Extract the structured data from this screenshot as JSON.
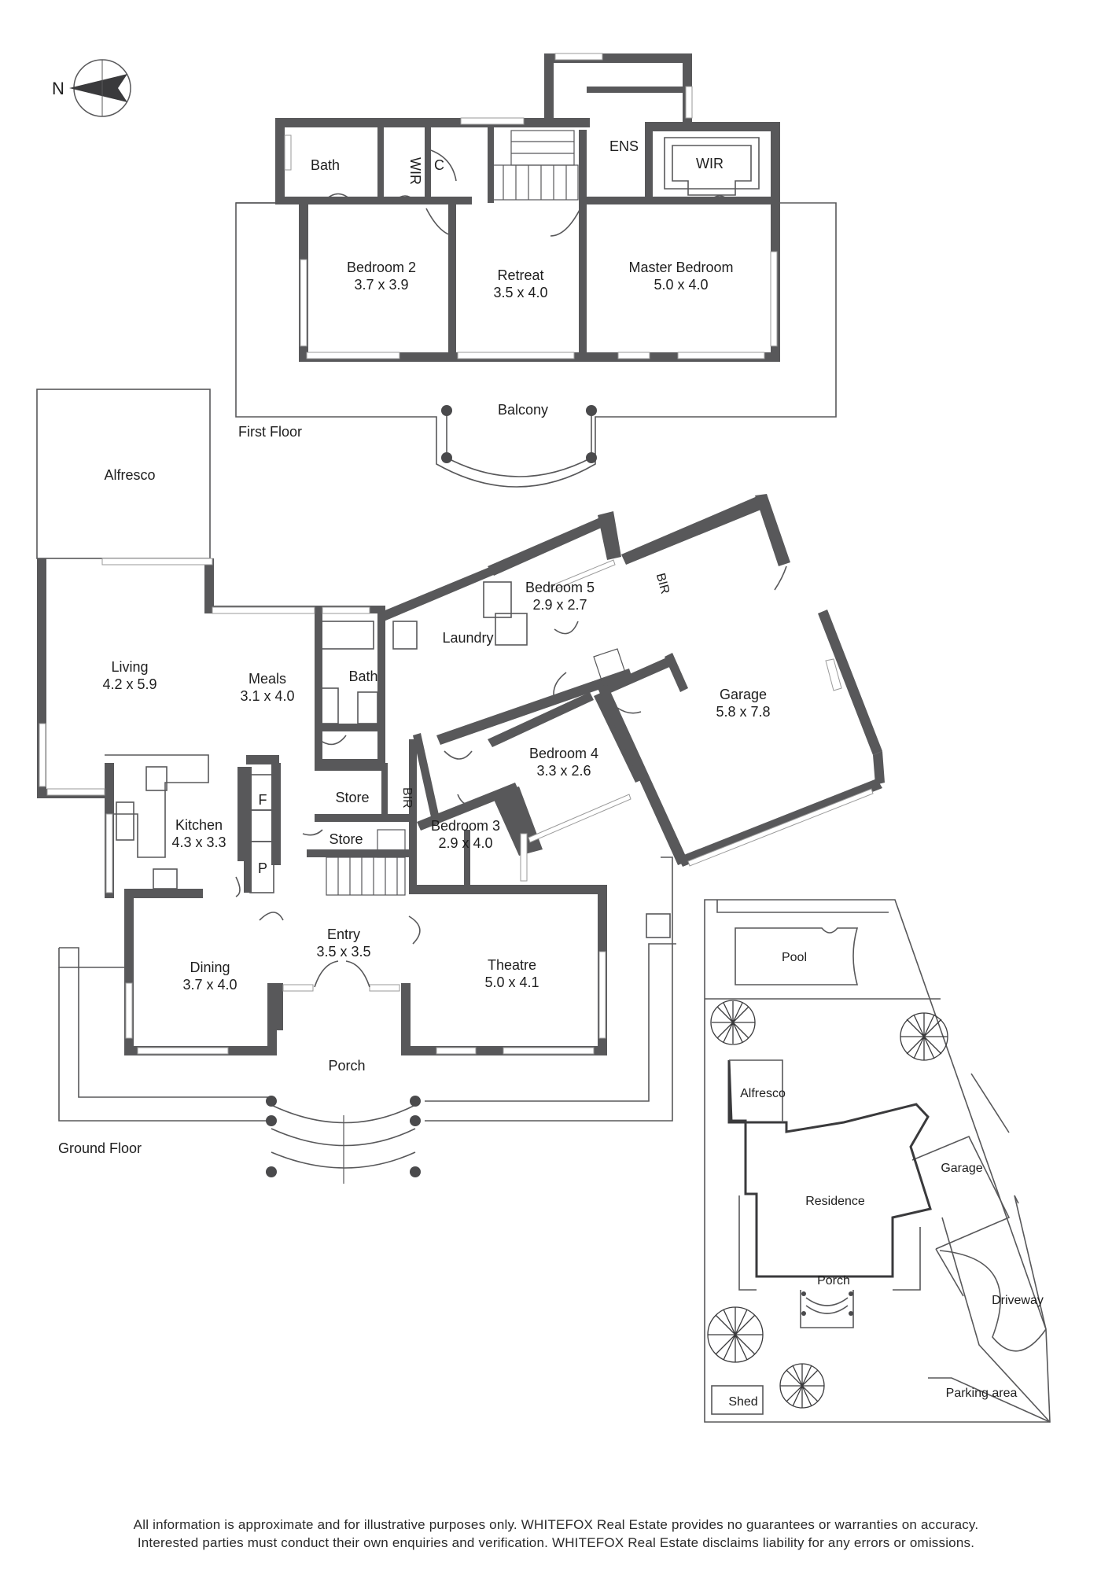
{
  "compass": {
    "north_label": "N"
  },
  "first_floor": {
    "label": "First Floor",
    "rooms": {
      "bath": {
        "name": "Bath"
      },
      "wir_small": {
        "name": "WIR"
      },
      "c": {
        "name": "C"
      },
      "ens": {
        "name": "ENS"
      },
      "wir_master": {
        "name": "WIR"
      },
      "bedroom2": {
        "name": "Bedroom 2",
        "dims": "3.7 x 3.9"
      },
      "retreat": {
        "name": "Retreat",
        "dims": "3.5 x 4.0"
      },
      "master": {
        "name": "Master Bedroom",
        "dims": "5.0 x 4.0"
      },
      "balcony": {
        "name": "Balcony"
      }
    }
  },
  "ground_floor": {
    "label": "Ground Floor",
    "rooms": {
      "alfresco": {
        "name": "Alfresco"
      },
      "living": {
        "name": "Living",
        "dims": "4.2 x 5.9"
      },
      "meals": {
        "name": "Meals",
        "dims": "3.1 x 4.0"
      },
      "bath": {
        "name": "Bath"
      },
      "laundry": {
        "name": "Laundry"
      },
      "bedroom5": {
        "name": "Bedroom 5",
        "dims": "2.9 x 2.7"
      },
      "bir5": {
        "name": "BIR"
      },
      "garage": {
        "name": "Garage",
        "dims": "5.8 x 7.8"
      },
      "bedroom4": {
        "name": "Bedroom 4",
        "dims": "3.3 x 2.6"
      },
      "store1": {
        "name": "Store"
      },
      "bir3": {
        "name": "BIR"
      },
      "store2": {
        "name": "Store"
      },
      "bedroom3": {
        "name": "Bedroom 3",
        "dims": "2.9 x 4.0"
      },
      "kitchen": {
        "name": "Kitchen",
        "dims": "4.3 x 3.3"
      },
      "fridge": {
        "name": "F"
      },
      "pantry": {
        "name": "P"
      },
      "entry": {
        "name": "Entry",
        "dims": "3.5 x 3.5"
      },
      "dining": {
        "name": "Dining",
        "dims": "3.7 x 4.0"
      },
      "theatre": {
        "name": "Theatre",
        "dims": "5.0 x 4.1"
      },
      "porch": {
        "name": "Porch"
      }
    }
  },
  "site_plan": {
    "pool": "Pool",
    "alfresco": "Alfresco",
    "residence": "Residence",
    "garage": "Garage",
    "porch": "Porch",
    "driveway": "Driveway",
    "shed": "Shed",
    "parking": "Parking area"
  },
  "disclaimer": {
    "line1": "All information is approximate and for illustrative purposes only. WHITEFOX Real Estate provides no guarantees or warranties on accuracy.",
    "line2": "Interested parties must conduct their own enquiries and verification. WHITEFOX Real Estate disclaims liability for any errors or omissions."
  }
}
